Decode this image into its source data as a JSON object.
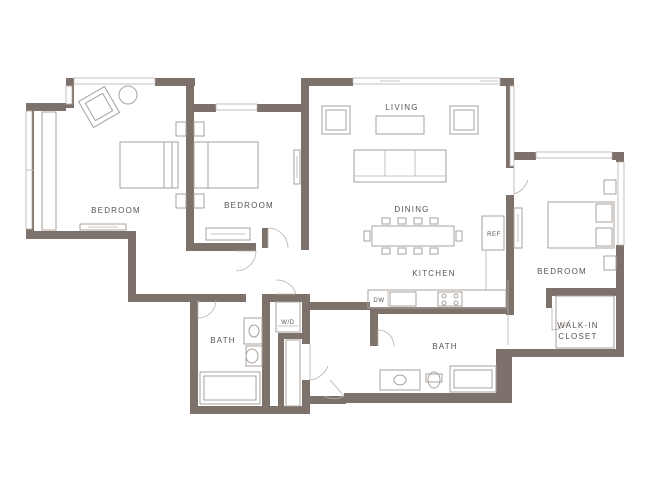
{
  "rooms": {
    "bedroom_left": "BEDROOM",
    "bedroom_middle": "BEDROOM",
    "living": "LIVING",
    "dining": "DINING",
    "kitchen": "KITCHEN",
    "bedroom_right": "BEDROOM",
    "bath_left": "BATH",
    "bath_middle": "BATH",
    "walkin_line1": "WALK-IN",
    "walkin_line2": "CLOSET"
  },
  "fixtures": {
    "washer_dryer": "W/D",
    "refrigerator": "REF",
    "dishwasher": "DW"
  },
  "colors": {
    "wall": "#7d726b",
    "furniture": "#a9a19b",
    "text": "#5a534e"
  }
}
